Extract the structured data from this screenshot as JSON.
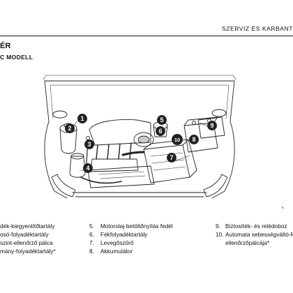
{
  "header": {
    "text": "SZERVIZ ÉS KARBANT"
  },
  "section": {
    "title": "ÉR",
    "subtitle": "C MODELL"
  },
  "figure": {
    "code": "K"
  },
  "callouts": [
    "1",
    "2",
    "3",
    "4",
    "5",
    "6",
    "7",
    "8",
    "9",
    "10"
  ],
  "legend_left": [
    {
      "num": "",
      "text": "dék-kiegyenlítőtartály"
    },
    {
      "num": "",
      "text": "osó-folyadéktartály"
    },
    {
      "num": "",
      "text": "szint-ellenőrző pálca"
    },
    {
      "num": "",
      "text": "mány-folyadéktartály*"
    }
  ],
  "legend_mid": [
    {
      "num": "5.",
      "text": "Motorolaj-betöltőnyílás fedél"
    },
    {
      "num": "6.",
      "text": "Fékfolyadéktartály"
    },
    {
      "num": "7.",
      "text": "Levegőszűrő"
    },
    {
      "num": "8.",
      "text": "Akkumulátor"
    }
  ],
  "legend_right": [
    {
      "num": "9.",
      "text": "Biztosíték- és relédoboz"
    },
    {
      "num": "10.",
      "text": "Automata sebességváltó-foly"
    },
    {
      "num": "",
      "text": "ellenőrzőpálcája*"
    }
  ]
}
